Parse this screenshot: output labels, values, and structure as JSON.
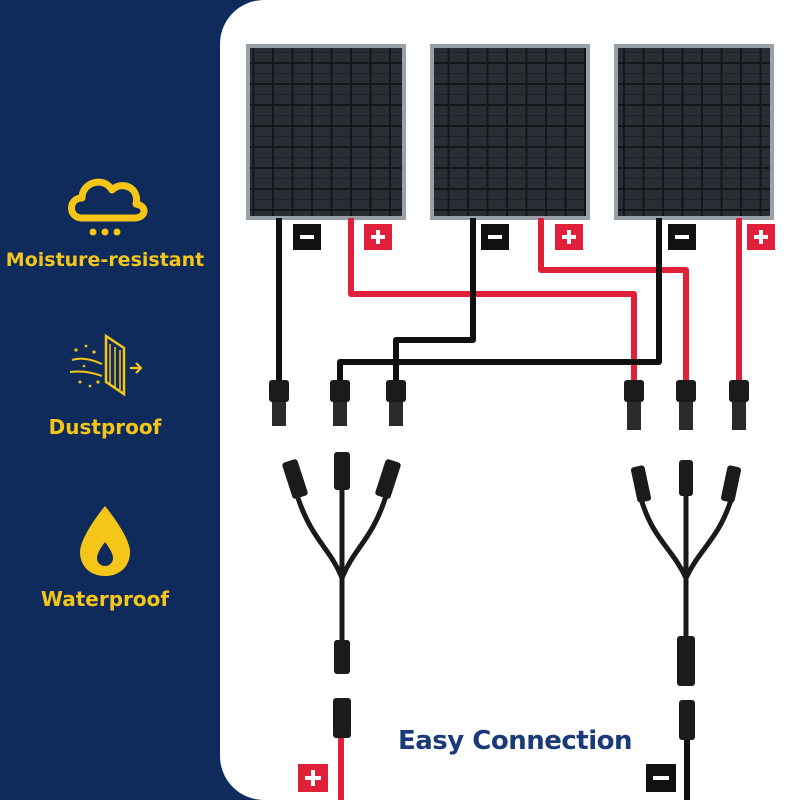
{
  "features": [
    {
      "label": "Moisture-resistant",
      "icon": "cloud-rain-icon"
    },
    {
      "label": "Dustproof",
      "icon": "dust-shield-icon"
    },
    {
      "label": "Waterproof",
      "icon": "water-drop-icon"
    }
  ],
  "caption": "Easy Connection",
  "colors": {
    "background": "#0f2b5c",
    "accent": "#f5c518",
    "red_wire": "#e0203a",
    "black_wire": "#111111",
    "caption": "#1a3a7a"
  }
}
